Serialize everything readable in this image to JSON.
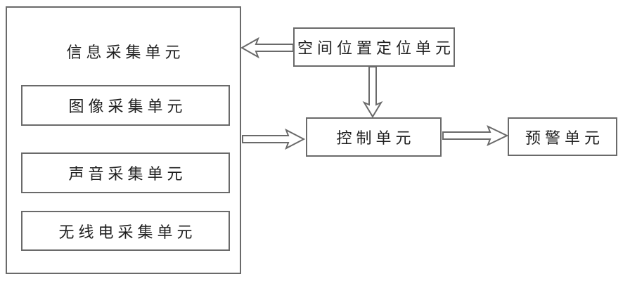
{
  "diagram": {
    "background_color": "#ffffff",
    "line_color": "#6a6a6a",
    "text_color": "#1f1f1f",
    "blocks": {
      "info_collection": {
        "label": "信息采集单元"
      },
      "image_collection": {
        "label": "图像采集单元"
      },
      "sound_collection": {
        "label": "声音采集单元"
      },
      "radio_collection": {
        "label": "无线电采集单元"
      },
      "spatial_positioning": {
        "label": "空间位置定位单元"
      },
      "control": {
        "label": "控制单元"
      },
      "warning": {
        "label": "预警单元"
      }
    },
    "connections": [
      {
        "from": "空间位置定位单元",
        "to": "信息采集单元",
        "type": "hollow-arrow",
        "direction": "left"
      },
      {
        "from": "空间位置定位单元",
        "to": "控制单元",
        "type": "hollow-arrow",
        "direction": "down"
      },
      {
        "from": "信息采集单元",
        "to": "控制单元",
        "type": "hollow-arrow",
        "direction": "right"
      },
      {
        "from": "控制单元",
        "to": "预警单元",
        "type": "hollow-arrow",
        "direction": "right"
      }
    ]
  }
}
